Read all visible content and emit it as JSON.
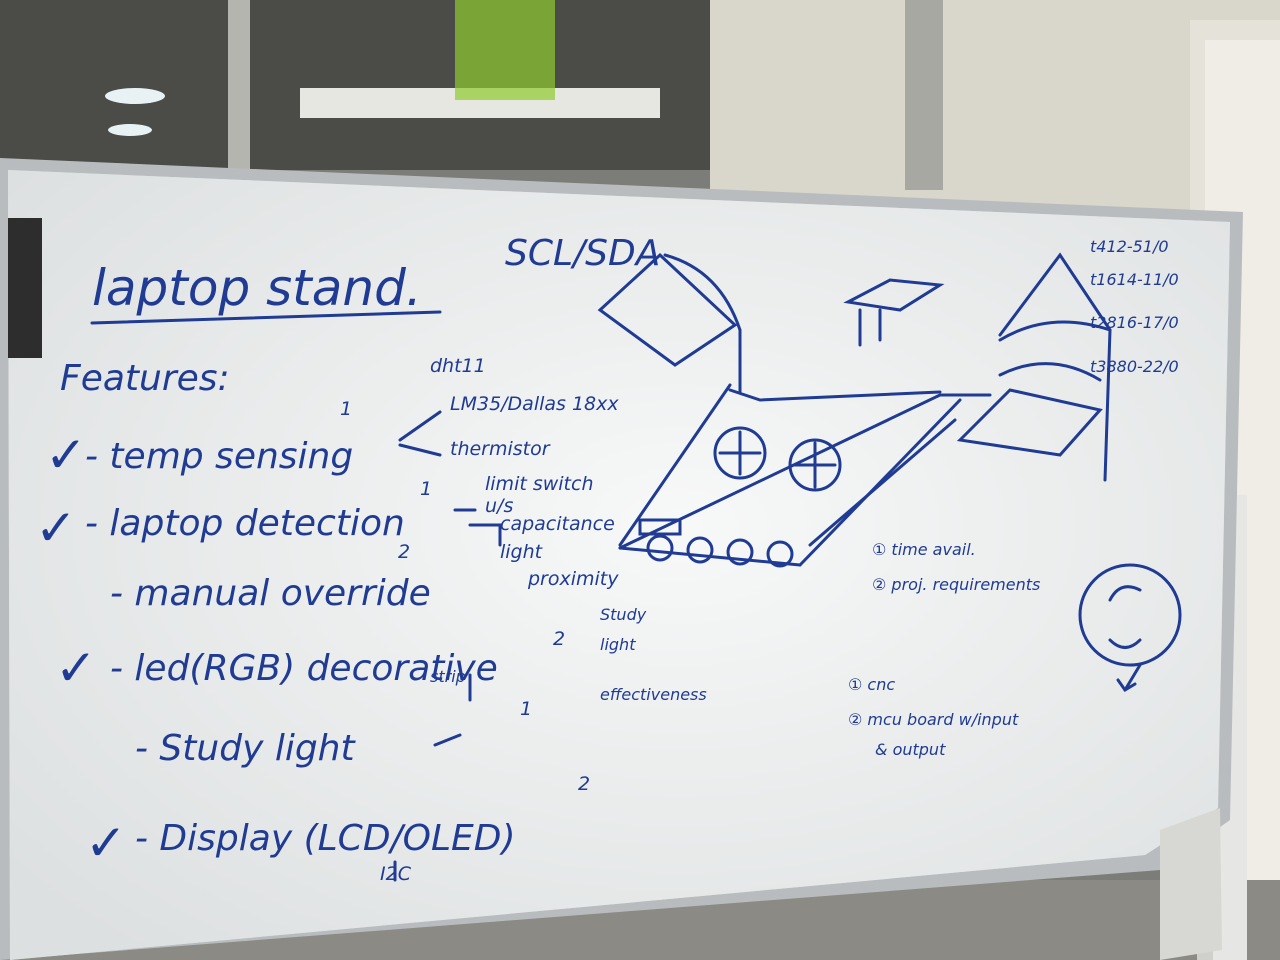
{
  "board": {
    "title": "laptop stand.",
    "features_heading": "Features:",
    "features": [
      {
        "check": "✓",
        "text": "- temp sensing",
        "priority": "1"
      },
      {
        "check": "✓",
        "text": "- laptop detection",
        "priority": "1"
      },
      {
        "check": "",
        "text": "- manual override",
        "priority": "2"
      },
      {
        "check": "✓",
        "text": "- led(RGB) decorative",
        "priority": "2"
      },
      {
        "check": "",
        "text": "- Study light",
        "priority": "1"
      },
      {
        "check": "✓",
        "text": "- Display (LCD/OLED)",
        "priority": "2"
      }
    ],
    "display_sub": "I2C",
    "led_sub": "strip",
    "temp_options": [
      "dht11",
      "LM35/Dallas 18xx",
      "thermistor"
    ],
    "laptop_options": [
      "limit switch",
      "u/s",
      "capacitance",
      "light",
      "proximity"
    ],
    "study_note": [
      "Study",
      "light",
      "effectiveness"
    ],
    "bus_label": "SCL/SDA",
    "criteria": [
      "① time avail.",
      "② proj. requirements"
    ],
    "methods": [
      "① cnc",
      "② mcu board w/input",
      "& output"
    ],
    "temps": [
      "t412-51/0",
      "t1614-11/0",
      "t2816-17/0",
      "t3880-22/0"
    ]
  },
  "colors": {
    "ink": "#1f3b93",
    "board": "#eef0f0",
    "frame": "#b9bcbe"
  }
}
